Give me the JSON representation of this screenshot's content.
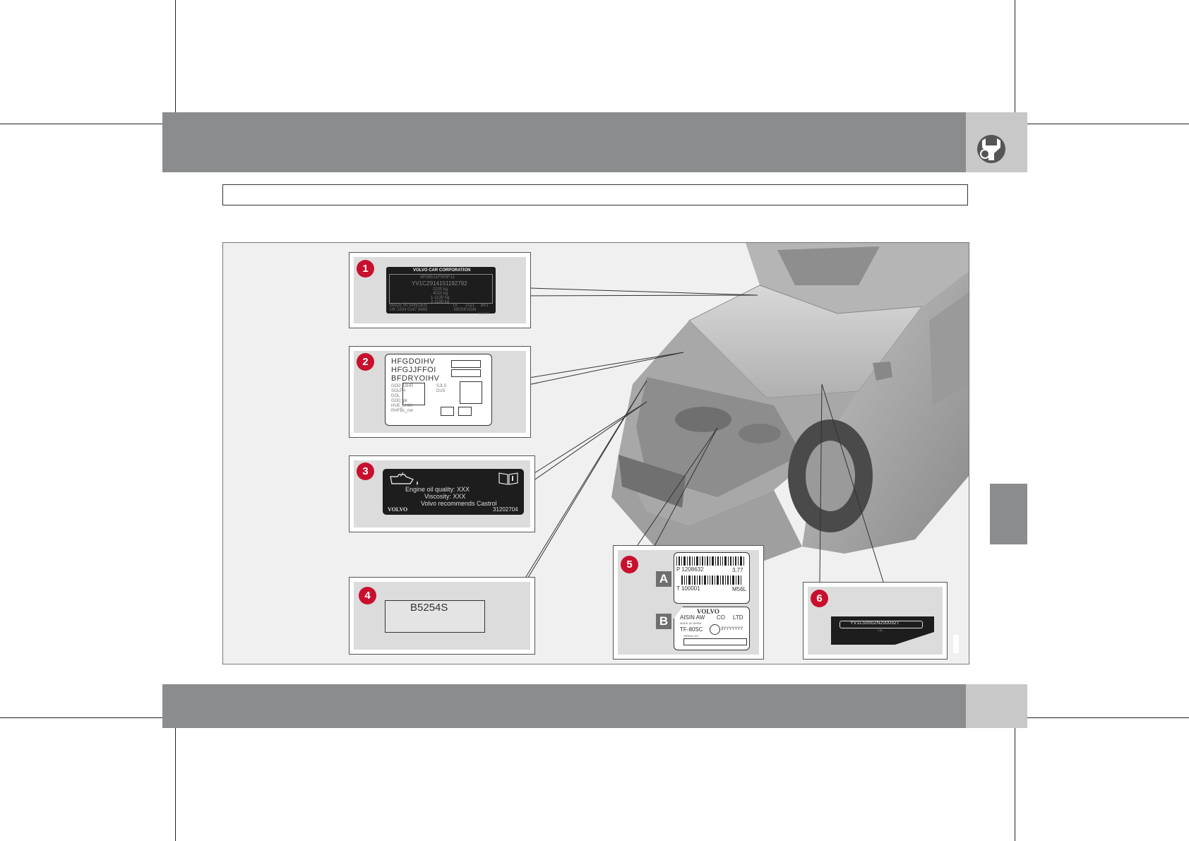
{
  "label1": {
    "number": "1",
    "corporation": "VOLVO CAR CORPORATION",
    "type_code": "4P285/11F593F11",
    "vin": "YV1CZ914151192792",
    "weights": [
      "2220 kg",
      "4020 kg",
      "1-1130 kg",
      "2-1190 kg"
    ],
    "made_in": "MADE IN SWEDEN",
    "bottom_left": "UK 2204 0147   6665",
    "bottom_mid": "15",
    "bottom_mid2": "1021",
    "bottom_right": "MOSKVOM",
    "code_right": "8P1",
    "tiny_code": "5314000"
  },
  "label2": {
    "number": "2",
    "lines": [
      "HFGDOIHV",
      "HFGJJFFOI",
      "BFDRYOIHV"
    ],
    "small_left": [
      "GDD_UIHR",
      "SOLPH",
      "DOL",
      "GDD_pk",
      "HUE_LHIG",
      "RHFBL_mn"
    ],
    "small_mid": [
      "SJLS",
      "DUS"
    ]
  },
  "label3": {
    "number": "3",
    "quality": "Engine oil quality: XXX",
    "viscosity": "Viscosity: XXX",
    "recommend": "Volvo recommends Castrol",
    "brand": "VOLVO",
    "part_no": "31202704"
  },
  "label4": {
    "number": "4",
    "engine_code": "B5254S"
  },
  "label5": {
    "number": "5",
    "letter_a": "A",
    "letter_b": "B",
    "a_p": "P 1208632",
    "a_ratio": "3,77",
    "a_t": "T  100001",
    "a_code": "M56L",
    "b_brand": "VOLVO",
    "b_maker_1": "AISIN AW",
    "b_maker_2": "CO",
    "b_maker_3": "LTD",
    "b_made": "MADE IN JAPAN",
    "b_model": "TF-80SC",
    "b_yyyy": "3YYYYYYY",
    "b_serial": "SERIAL NO."
  },
  "label6": {
    "number": "6",
    "vin": "YV1LS5502N2000327",
    "tiny": "VIN"
  },
  "colors": {
    "band": "#8b8c8e",
    "badge": "#c8102e",
    "tab": "#c8c8c8"
  },
  "icons": {
    "header": "wrench-gear-icon"
  }
}
